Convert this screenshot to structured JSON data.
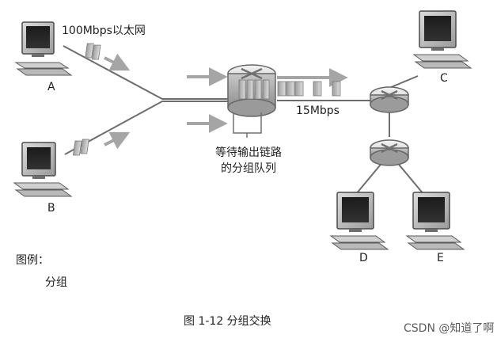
{
  "diagram": {
    "network_label_a": "100Mbps以太网",
    "link_speed_label": "15Mbps",
    "queue_label_line1": "等待输出链路",
    "queue_label_line2": "的分组队列",
    "hosts": {
      "a": "A",
      "b": "B",
      "c": "C",
      "d": "D",
      "e": "E"
    }
  },
  "legend": {
    "title": "图例：",
    "packet_label": "分组"
  },
  "caption": "图 1-12    分组交换",
  "watermark": "CSDN @知道了啊"
}
